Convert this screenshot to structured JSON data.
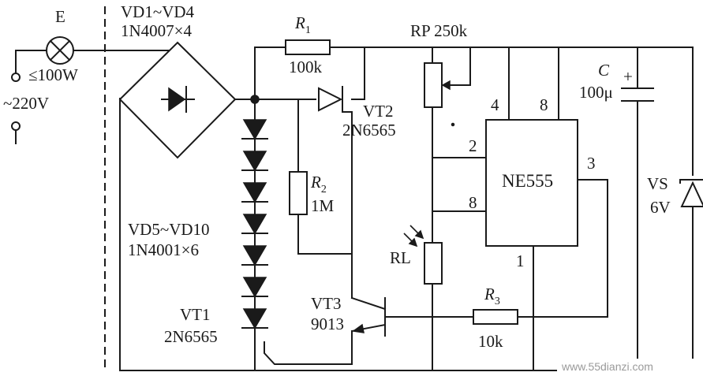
{
  "labels": {
    "lamp": "E",
    "power": "≤100W",
    "mains": "~220V",
    "bridge": "VD1~VD4",
    "bridge_part": "1N4007×4",
    "r1_letter": "R",
    "r1_sub": "1",
    "r1_value": "100k",
    "rp": "RP  250k",
    "cap_letter": "C",
    "cap_value": "100μ",
    "cap_plus": "+",
    "vt2": "VT2",
    "vt2_part": "2N6565",
    "ic": "NE555",
    "pin4": "4",
    "pin8_top": "8",
    "pin2": "2",
    "pin8_side": "8",
    "pin3": "3",
    "pin1": "1",
    "r2_letter": "R",
    "r2_sub": "2",
    "r2_value": "1M",
    "vd_chain": "VD5~VD10",
    "vd_chain_part": "1N4001×6",
    "vs": "VS",
    "vs_value": "6V",
    "rl": "RL",
    "vt3": "VT3",
    "vt3_part": "9013",
    "vt1": "VT1",
    "vt1_part": "2N6565",
    "r3_letter": "R",
    "r3_sub": "3",
    "r3_value": "10k",
    "watermark": "www.55dianzi.com"
  }
}
